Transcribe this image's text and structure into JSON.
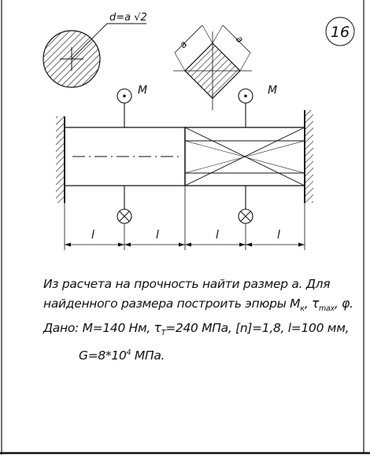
{
  "problem_number": "16",
  "diagram": {
    "round_section_label": "d=a √2",
    "square_side_label": "a",
    "moment_label": "M",
    "segment_label": "l"
  },
  "task": {
    "line1": "Из расчета на прочность найти размер a. Для",
    "line2_text": "найденного размера построить эпюры M",
    "line2_sub": "к",
    "line2_rest": ", τ",
    "line2_sub2": "max",
    "line2_end": ", φ.",
    "line3_text": "Дано: M=140 Нм, τ",
    "line3_sub": "T",
    "line3_end": "=240 МПа, [n]=1,8, l=100 мм,",
    "line4_text": "G=8*10",
    "line4_sup": "4",
    "line4_end": " МПа."
  }
}
